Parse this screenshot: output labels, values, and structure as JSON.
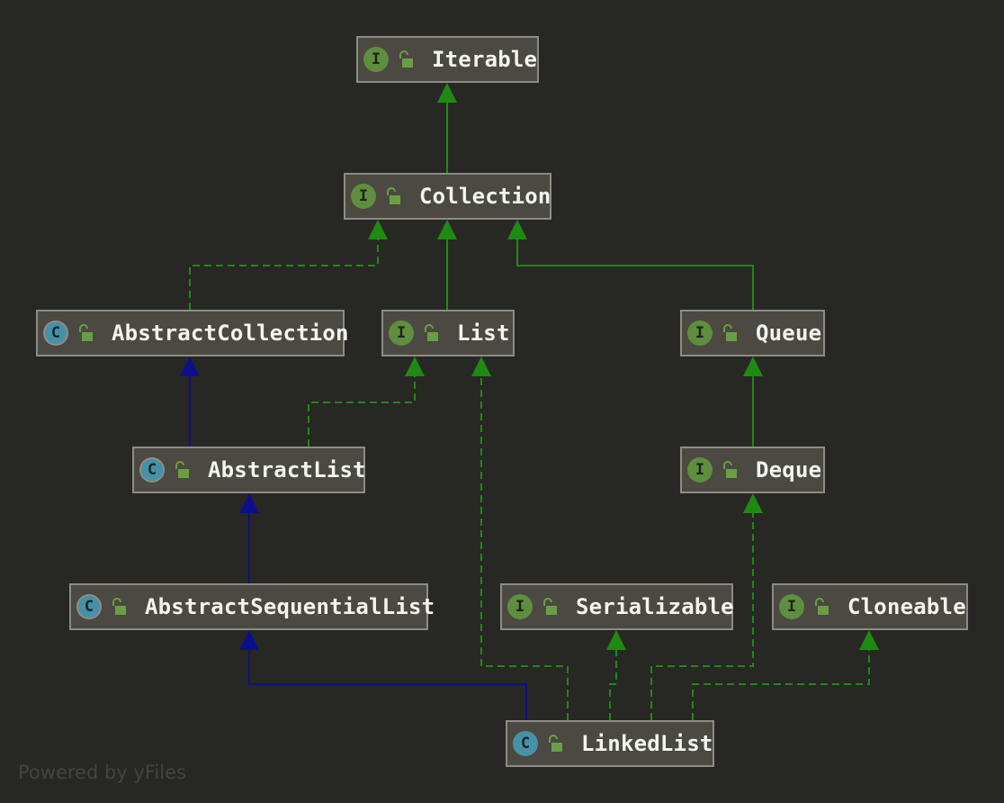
{
  "nodes": {
    "iterable": {
      "kind": "I",
      "name": "Iterable"
    },
    "collection": {
      "kind": "I",
      "name": "Collection"
    },
    "abstract_collection": {
      "kind": "C",
      "name": "AbstractCollection"
    },
    "list": {
      "kind": "I",
      "name": "List"
    },
    "queue": {
      "kind": "I",
      "name": "Queue"
    },
    "abstract_list": {
      "kind": "C",
      "name": "AbstractList"
    },
    "deque": {
      "kind": "I",
      "name": "Deque"
    },
    "abstract_sequential_list": {
      "kind": "C",
      "name": "AbstractSequentialList"
    },
    "serializable": {
      "kind": "I",
      "name": "Serializable"
    },
    "cloneable": {
      "kind": "I",
      "name": "Cloneable"
    },
    "linked_list": {
      "kind": "C",
      "name": "LinkedList"
    }
  },
  "edges": [
    {
      "from": "Collection",
      "to": "Iterable",
      "relation": "extends"
    },
    {
      "from": "List",
      "to": "Collection",
      "relation": "extends"
    },
    {
      "from": "Queue",
      "to": "Collection",
      "relation": "extends"
    },
    {
      "from": "AbstractCollection",
      "to": "Collection",
      "relation": "implements"
    },
    {
      "from": "AbstractList",
      "to": "AbstractCollection",
      "relation": "extends"
    },
    {
      "from": "AbstractList",
      "to": "List",
      "relation": "implements"
    },
    {
      "from": "Deque",
      "to": "Queue",
      "relation": "extends"
    },
    {
      "from": "AbstractSequentialList",
      "to": "AbstractList",
      "relation": "extends"
    },
    {
      "from": "LinkedList",
      "to": "AbstractSequentialList",
      "relation": "extends"
    },
    {
      "from": "LinkedList",
      "to": "List",
      "relation": "implements"
    },
    {
      "from": "LinkedList",
      "to": "Serializable",
      "relation": "implements"
    },
    {
      "from": "LinkedList",
      "to": "Deque",
      "relation": "implements"
    },
    {
      "from": "LinkedList",
      "to": "Cloneable",
      "relation": "implements"
    }
  ],
  "colors": {
    "interface_extends": "#1e8a12",
    "implements": "#1e8a12",
    "class_extends": "#0c0f8a",
    "interface_badge": "#5e8e3e",
    "class_badge": "#4592a8"
  },
  "watermark": "Powered by yFiles"
}
